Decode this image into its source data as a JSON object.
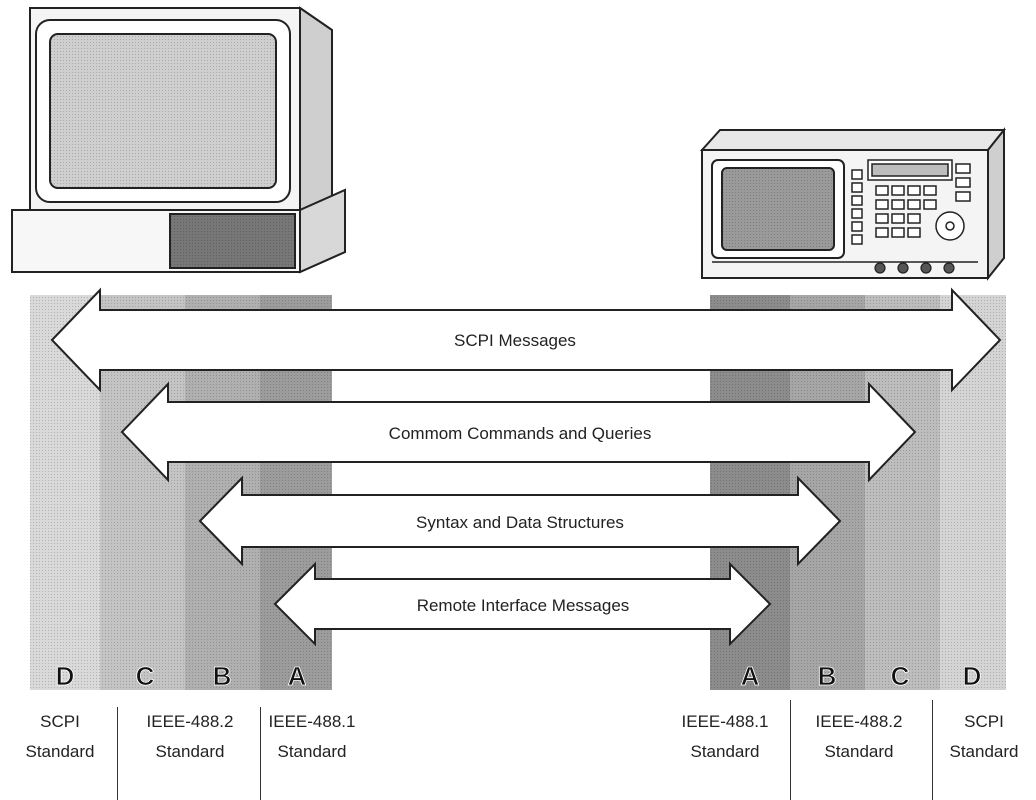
{
  "messages": [
    "SCPI Messages",
    "Commom Commands and Queries",
    "Syntax and Data Structures",
    "Remote Interface Messages"
  ],
  "layers_left": [
    "D",
    "C",
    "B",
    "A"
  ],
  "layers_right": [
    "A",
    "B",
    "C",
    "D"
  ],
  "standards_left": [
    {
      "name": "SCPI",
      "sub": "Standard"
    },
    {
      "name": "IEEE-488.2",
      "sub": "Standard"
    },
    {
      "name": "IEEE-488.1",
      "sub": "Standard"
    }
  ],
  "standards_right": [
    {
      "name": "IEEE-488.1",
      "sub": "Standard"
    },
    {
      "name": "IEEE-488.2",
      "sub": "Standard"
    },
    {
      "name": "SCPI",
      "sub": "Standard"
    }
  ],
  "colors": {
    "shade_light": "#d9d9d9",
    "shade_mid": "#bfbfbf",
    "shade_dark": "#a6a6a6",
    "shade_darkest": "#8c8c8c",
    "outline": "#222222"
  }
}
